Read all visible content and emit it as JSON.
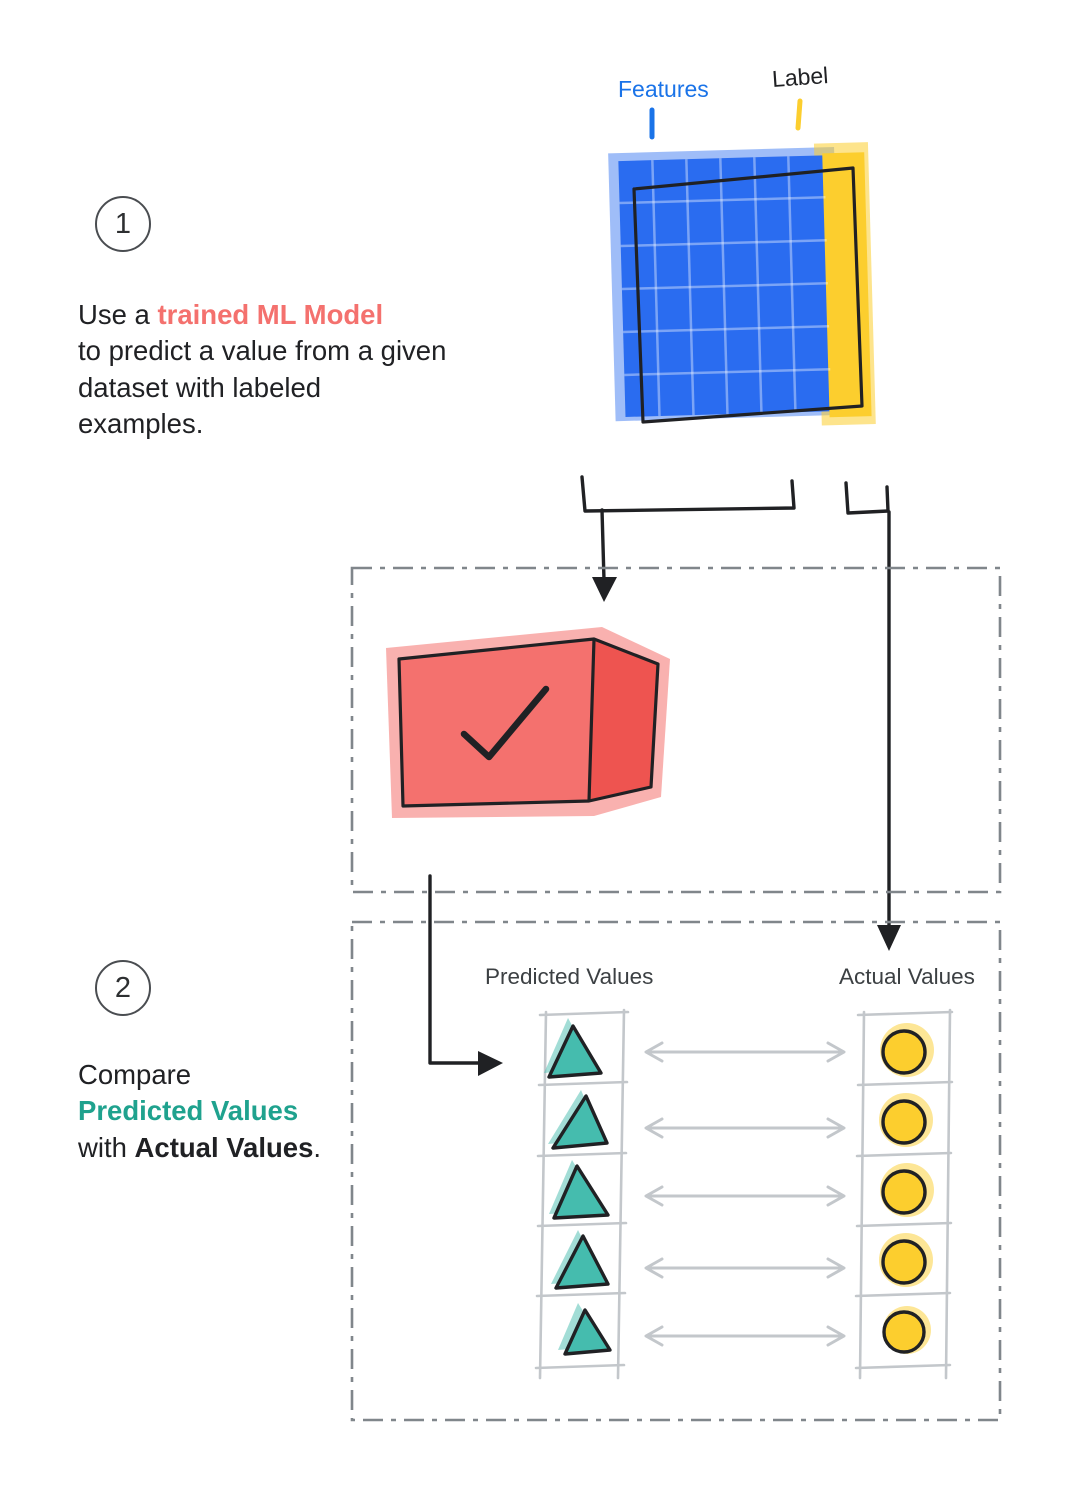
{
  "colors": {
    "ink": "#202124",
    "label-blue": "#1a73e8",
    "blue": "#2a6cf0",
    "yellow": "#fcce2e",
    "salmon": "#f4716e",
    "salmon-dark": "#ee5450",
    "teal": "#45bcae",
    "teal-text": "#1fa28e",
    "gray": "#c3c7cb",
    "dash": "#80868b"
  },
  "annotations": {
    "features": "Features",
    "label": "Label"
  },
  "steps": [
    {
      "number": "1",
      "t1": "Use a ",
      "highlight": "trained ML Model",
      "t2": "to predict a value from a given dataset with labeled examples."
    },
    {
      "number": "2",
      "t1": "Compare",
      "highlight": "Predicted Values",
      "t2": "with ",
      "bold": "Actual Values",
      "t3": "."
    }
  ],
  "columns": {
    "predicted": "Predicted Values",
    "actual": "Actual Values"
  },
  "comparison": {
    "row_count": 5
  }
}
